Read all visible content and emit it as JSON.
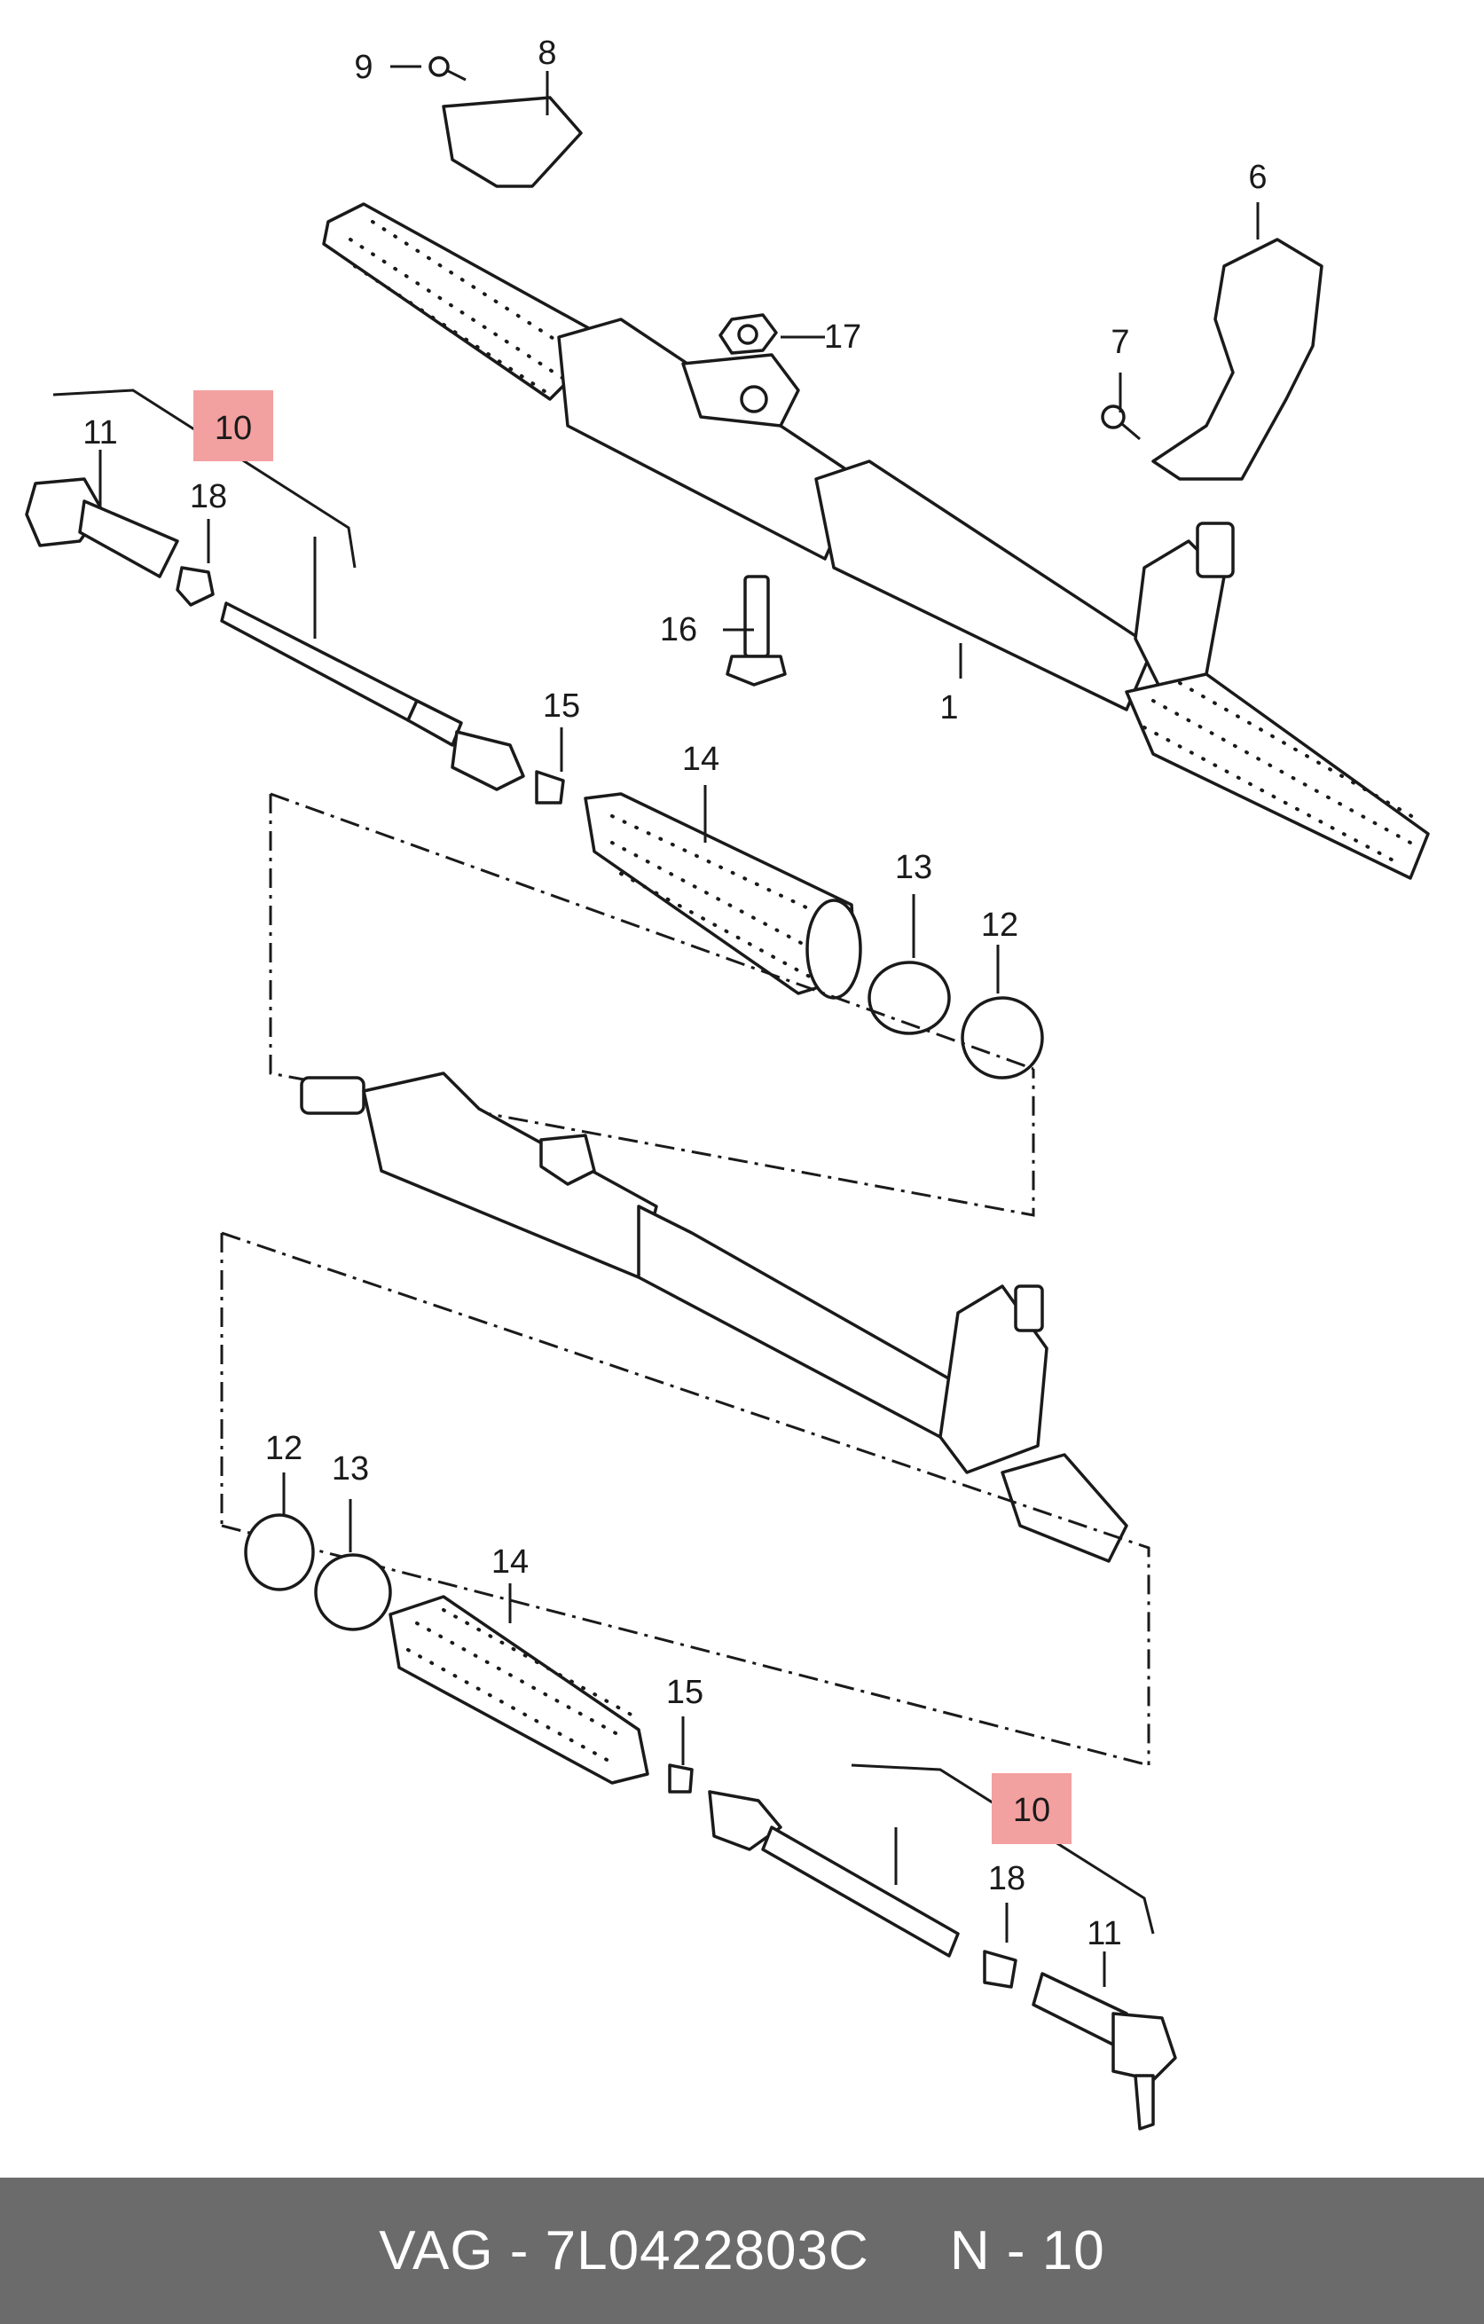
{
  "diagram": {
    "callouts": [
      {
        "id": "c1",
        "text": "1"
      },
      {
        "id": "c6",
        "text": "6"
      },
      {
        "id": "c7",
        "text": "7"
      },
      {
        "id": "c8",
        "text": "8"
      },
      {
        "id": "c9",
        "text": "9"
      },
      {
        "id": "c10a",
        "text": "10",
        "highlighted": true
      },
      {
        "id": "c10b",
        "text": "10",
        "highlighted": true
      },
      {
        "id": "c11a",
        "text": "11"
      },
      {
        "id": "c11b",
        "text": "11"
      },
      {
        "id": "c12a",
        "text": "12"
      },
      {
        "id": "c12b",
        "text": "12"
      },
      {
        "id": "c13a",
        "text": "13"
      },
      {
        "id": "c13b",
        "text": "13"
      },
      {
        "id": "c14a",
        "text": "14"
      },
      {
        "id": "c14b",
        "text": "14"
      },
      {
        "id": "c15a",
        "text": "15"
      },
      {
        "id": "c15b",
        "text": "15"
      },
      {
        "id": "c16",
        "text": "16"
      },
      {
        "id": "c17",
        "text": "17"
      },
      {
        "id": "c18a",
        "text": "18"
      },
      {
        "id": "c18b",
        "text": "18"
      }
    ],
    "highlight_color": "#f3a0a0"
  },
  "footer": {
    "brand": "VAG",
    "separator": " - ",
    "part_number": "7L0422803C",
    "position_label": "N - 10",
    "background": "#6b6b6b"
  }
}
